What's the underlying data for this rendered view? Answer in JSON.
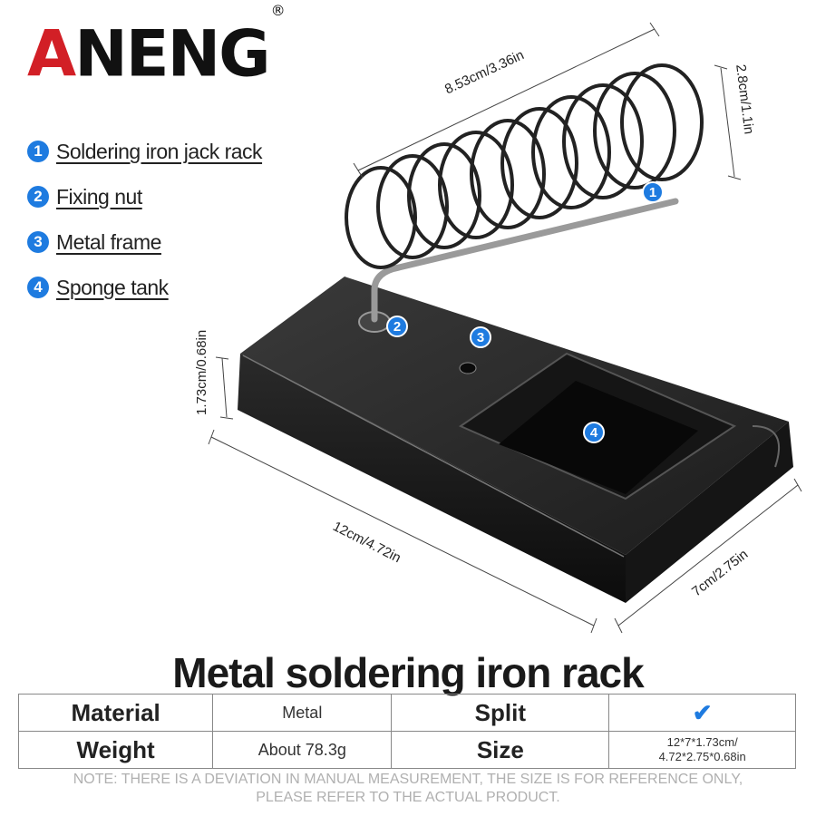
{
  "brand": {
    "name_red": "A",
    "name_rest": "NENG",
    "reg_mark": "®"
  },
  "legend": [
    {
      "num": "1",
      "label": "Soldering iron jack rack"
    },
    {
      "num": "2",
      "label": "Fixing nut"
    },
    {
      "num": "3",
      "label": "Metal frame"
    },
    {
      "num": "4",
      "label": "Sponge tank"
    }
  ],
  "dimensions": {
    "coil_length": "8.53cm/3.36in",
    "coil_height": "2.8cm/1.1in",
    "base_height": "1.73cm/0.68in",
    "base_length": "12cm/4.72in",
    "base_width": "7cm/2.75in"
  },
  "markers": [
    "1",
    "2",
    "3",
    "4"
  ],
  "title": "Metal soldering iron rack",
  "specs": {
    "material_label": "Material",
    "material_value": "Metal",
    "split_label": "Split",
    "split_value_icon": "checkmark-icon",
    "weight_label": "Weight",
    "weight_value": "About 78.3g",
    "size_label": "Size",
    "size_value_line1": "12*7*1.73cm/",
    "size_value_line2": "4.72*2.75*0.68in"
  },
  "note": {
    "line1": "NOTE: THERE IS A DEVIATION IN MANUAL MEASUREMENT, THE SIZE IS FOR REFERENCE ONLY,",
    "line2": "PLEASE REFER TO THE ACTUAL PRODUCT."
  },
  "colors": {
    "brand_red": "#d21f26",
    "accent_blue": "#1e7be0"
  }
}
